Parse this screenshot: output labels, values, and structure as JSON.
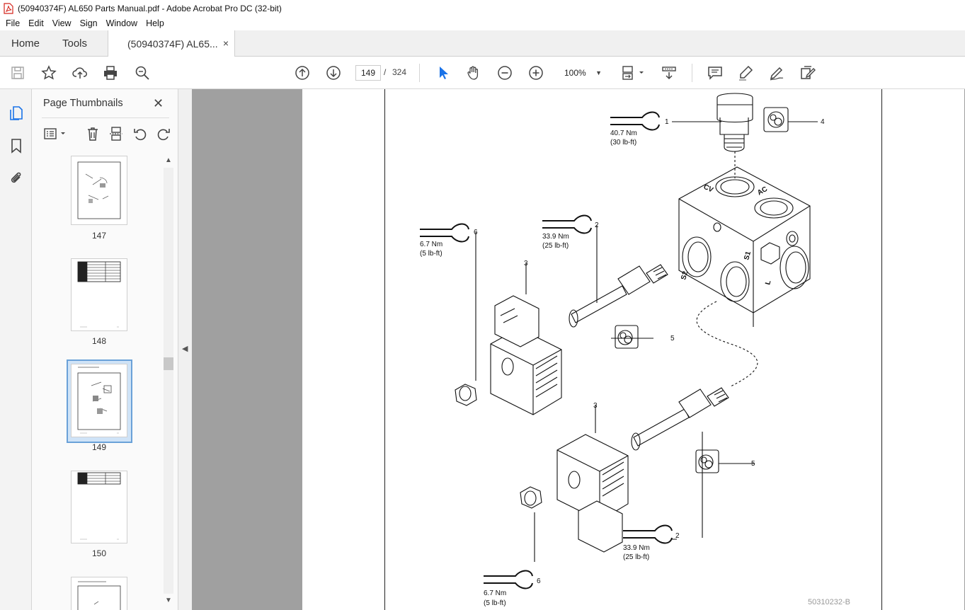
{
  "window": {
    "title": "(50940374F) AL650 Parts Manual.pdf - Adobe Acrobat Pro DC (32-bit)"
  },
  "menu": [
    "File",
    "Edit",
    "View",
    "Sign",
    "Window",
    "Help"
  ],
  "tabs": {
    "home": "Home",
    "tools": "Tools",
    "document": "(50940374F) AL65...",
    "close": "×"
  },
  "toolbar": {
    "current_page": "149",
    "separator": "/",
    "total_pages": "324",
    "zoom": "100%"
  },
  "thumbnail_panel": {
    "title": "Page Thumbnails",
    "pages": [
      "147",
      "148",
      "149",
      "150"
    ],
    "selected_page": "149"
  },
  "drawing": {
    "callouts": [
      "1",
      "2",
      "3",
      "4",
      "5",
      "6",
      "2",
      "3",
      "5",
      "6"
    ],
    "torques": {
      "t1_nm": "40.7 Nm",
      "t1_lbft": "(30 lb-ft)",
      "t2_nm": "33.9 Nm",
      "t2_lbft": "(25 lb-ft)",
      "t6_nm": "6.7 Nm",
      "t6_lbft": "(5 lb-ft)",
      "t2b_nm": "33.9 Nm",
      "t2b_lbft": "(25 lb-ft)",
      "t6b_nm": "6.7 Nm",
      "t6b_lbft": "(5 lb-ft)"
    },
    "port_labels": {
      "cv": "CV",
      "ac": "AC",
      "s1": "S1",
      "s2": "S2",
      "l": "L"
    },
    "figure_id": "50310232-B"
  },
  "colors": {
    "accent": "#1a73e8",
    "pdf_red": "#d4251c",
    "viewer_bg": "#a0a0a0"
  }
}
